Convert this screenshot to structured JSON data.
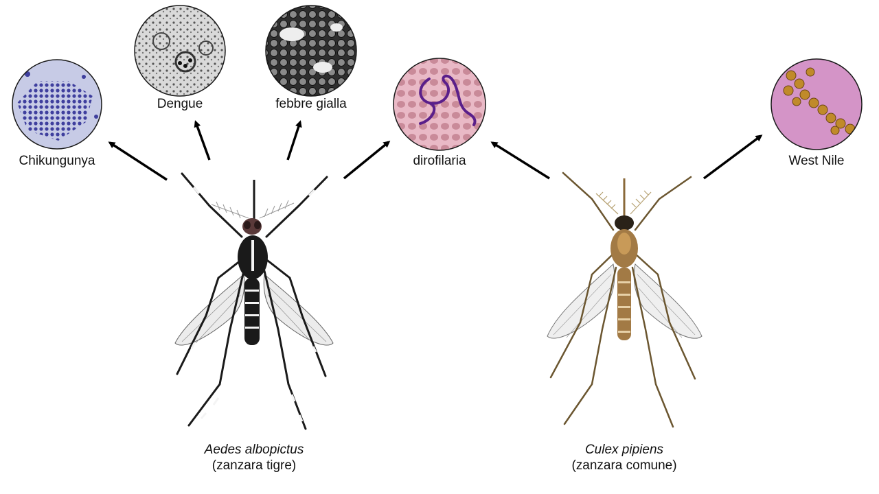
{
  "diseases": [
    {
      "id": "chikungunya",
      "label": "Chikungunya"
    },
    {
      "id": "dengue",
      "label": "Dengue"
    },
    {
      "id": "yellow-fever",
      "label": "febbre gialla"
    },
    {
      "id": "dirofilaria",
      "label": "dirofilaria"
    },
    {
      "id": "west-nile",
      "label": "West Nile"
    }
  ],
  "mosquitoes": {
    "aedes": {
      "scientific_name": "Aedes albopictus",
      "common_name": "(zanzara tigre)"
    },
    "culex": {
      "scientific_name": "Culex pipiens",
      "common_name": "(zanzara comune)"
    }
  },
  "colors": {
    "aedes_body": "#1a1a1a",
    "aedes_stripe": "#f4f4f4",
    "culex_body": "#a27a45",
    "culex_leg": "#6b5630",
    "arrow": "#000000",
    "circle_border": "#1a1a1a",
    "chikungunya_bg": "#c7cbe6",
    "chikungunya_particle": "#3f3f9e",
    "dengue_bg": "#d9d9d9",
    "yellow_fever_bg": "#2e2e2e",
    "dirofilaria_bg": "#e9b9c6",
    "dirofilaria_worm": "#5a1f8a",
    "west_nile_bg": "#c56bb4",
    "west_nile_particle": "#c08a2a"
  }
}
